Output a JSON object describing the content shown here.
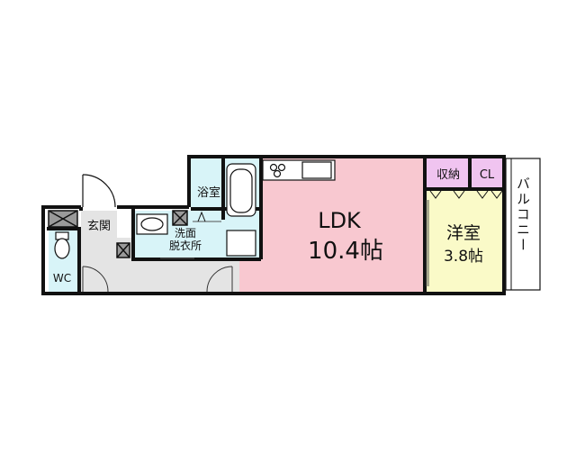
{
  "floor_plan": {
    "rooms": {
      "ldk": {
        "name": "LDK",
        "size": "10.4帖"
      },
      "western_room": {
        "name": "洋室",
        "size": "3.8帖"
      },
      "bathroom": {
        "name": "浴室"
      },
      "washroom": {
        "line1": "洗面",
        "line2": "脱衣所"
      },
      "entrance": {
        "name": "玄関"
      },
      "toilet": {
        "name": "WC"
      },
      "storage": {
        "name": "収納"
      },
      "closet": {
        "name": "CL"
      },
      "balcony": {
        "name": "バルコニー"
      }
    },
    "colors": {
      "ldk": "#f8c8d0",
      "western_room": "#fafac8",
      "wet_area": "#d8f4f8",
      "storage": "#f0c4f0",
      "hall": "#e4e4e4",
      "wall": "#111111"
    }
  }
}
